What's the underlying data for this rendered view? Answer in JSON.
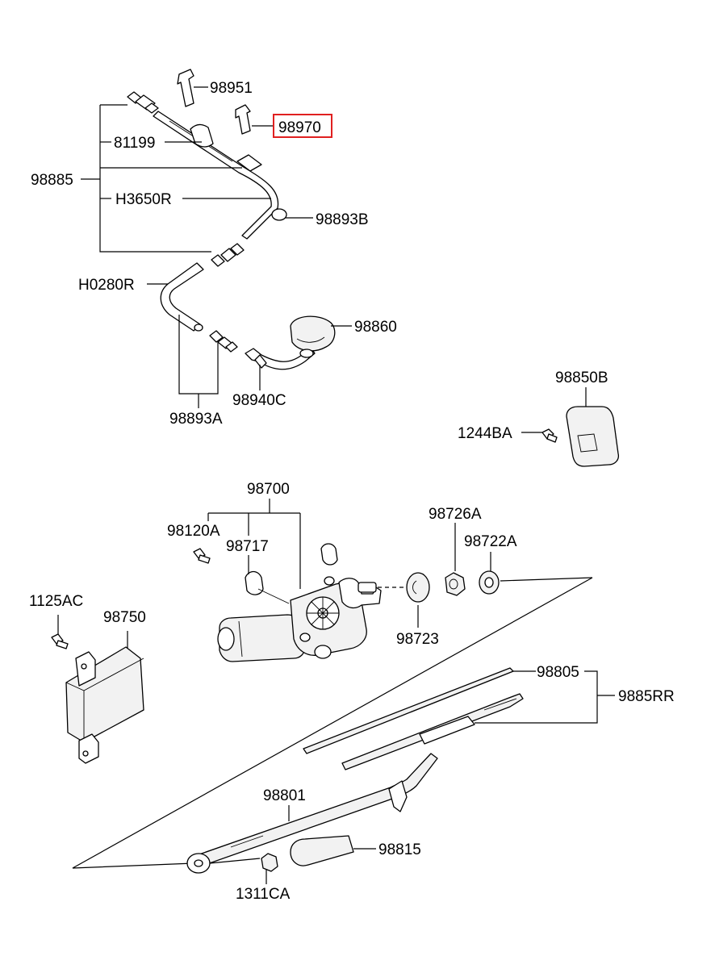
{
  "labels": {
    "p98951": "98951",
    "p98970": "98970",
    "p81199": "81199",
    "p98885": "98885",
    "pH3650R": "H3650R",
    "p98893B": "98893B",
    "pH0280R": "H0280R",
    "p98860": "98860",
    "p98893A": "98893A",
    "p98940C": "98940C",
    "p98850B": "98850B",
    "p1244BA": "1244BA",
    "p98700": "98700",
    "p98120A": "98120A",
    "p98717": "98717",
    "p98726A": "98726A",
    "p98722A": "98722A",
    "p1125AC": "1125AC",
    "p98750": "98750",
    "p98723": "98723",
    "p98805": "98805",
    "p9885RR": "9885RR",
    "p98801": "98801",
    "p98815": "98815",
    "p1311CA": "1311CA"
  },
  "highlight": {
    "part": "98970",
    "color": "#e02020"
  }
}
